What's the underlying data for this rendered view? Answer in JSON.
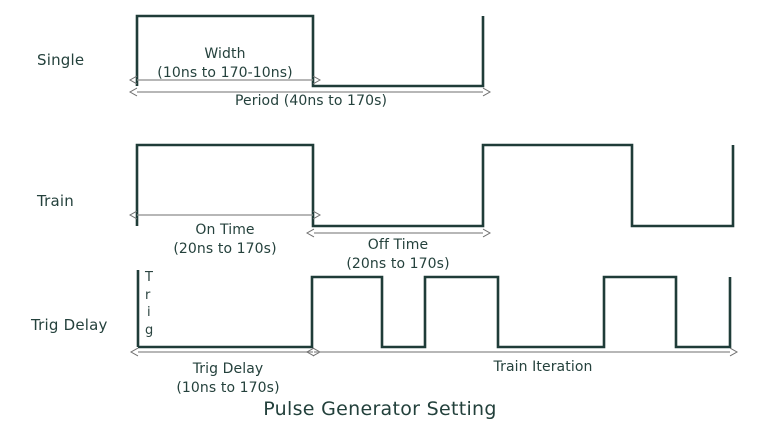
{
  "figure": {
    "caption": "Pulse Generator Setting",
    "line_color": "#1f3c38",
    "dim_line_color": "#8c8c8c",
    "text_color": "#24413c",
    "background": "#ffffff"
  },
  "rows": [
    {
      "key": "single",
      "label": "Single",
      "annotations": [
        {
          "name": "width",
          "line1": "Width",
          "line2": "(10ns to 170-10ns)"
        },
        {
          "name": "period",
          "line1": "Period (40ns to 170s)",
          "line2": ""
        }
      ]
    },
    {
      "key": "train",
      "label": "Train",
      "annotations": [
        {
          "name": "on-time",
          "line1": "On Time",
          "line2": "(20ns to 170s)"
        },
        {
          "name": "off-time",
          "line1": "Off Time",
          "line2": "(20ns to 170s)"
        }
      ]
    },
    {
      "key": "trig-delay",
      "label": "Trig Delay",
      "trig_marker": [
        "T",
        "r",
        "i",
        "g"
      ],
      "annotations": [
        {
          "name": "trig-delay",
          "line1": "Trig Delay",
          "line2": "(10ns to 170s)"
        },
        {
          "name": "train-iteration",
          "line1": "Train Iteration",
          "line2": ""
        }
      ]
    }
  ],
  "chart_data": {
    "type": "line",
    "title": "Pulse Generator Setting",
    "xlabel": "",
    "ylabel": "",
    "grid": false,
    "legend": "none",
    "xlim": [
      0,
      760
    ],
    "series": [
      {
        "name": "Single",
        "description": "One pulse: rises, stays high for Width, falls, stays low for rest of Period, then next period begins",
        "high_y": 16,
        "low_y": 86,
        "points": [
          [
            137,
            86
          ],
          [
            137,
            16
          ],
          [
            313,
            16
          ],
          [
            313,
            86
          ],
          [
            483,
            86
          ],
          [
            483,
            16
          ]
        ]
      },
      {
        "name": "Train",
        "description": "Repeating pulse train with On Time high and Off Time low",
        "high_y": 145,
        "low_y": 226,
        "points": [
          [
            137,
            226
          ],
          [
            137,
            145
          ],
          [
            313,
            145
          ],
          [
            313,
            226
          ],
          [
            483,
            226
          ],
          [
            483,
            145
          ],
          [
            632,
            145
          ],
          [
            632,
            226
          ],
          [
            733,
            226
          ],
          [
            733,
            145
          ]
        ]
      },
      {
        "name": "Trig Delay",
        "description": "Trigger edge, then Trig Delay low interval, then train iteration of three pulses",
        "high_y": 277,
        "low_y": 347,
        "points": [
          [
            138,
            347
          ],
          [
            312,
            347
          ],
          [
            312,
            277
          ],
          [
            382,
            277
          ],
          [
            382,
            347
          ],
          [
            425,
            347
          ],
          [
            425,
            277
          ],
          [
            498,
            277
          ],
          [
            498,
            347
          ],
          [
            604,
            347
          ],
          [
            604,
            277
          ],
          [
            676,
            277
          ],
          [
            676,
            347
          ],
          [
            730,
            347
          ],
          [
            730,
            277
          ]
        ]
      }
    ],
    "dimension_arrows": [
      {
        "name": "width",
        "row": "Single",
        "x1": 137,
        "x2": 313,
        "y": 80,
        "label": "Width (10ns to 170-10ns)"
      },
      {
        "name": "period",
        "row": "Single",
        "x1": 137,
        "x2": 483,
        "y": 92,
        "label": "Period (40ns to 170s)"
      },
      {
        "name": "on-time",
        "row": "Train",
        "x1": 137,
        "x2": 313,
        "y": 215,
        "label": "On Time (20ns to 170s)"
      },
      {
        "name": "off-time",
        "row": "Train",
        "x1": 313,
        "x2": 483,
        "y": 233,
        "label": "Off Time (20ns to 170s)"
      },
      {
        "name": "trig-delay",
        "row": "Trig Delay",
        "x1": 138,
        "x2": 313,
        "y": 351,
        "label": "Trig Delay (10ns to 170s)"
      },
      {
        "name": "train-iteration",
        "row": "Trig Delay",
        "x1": 313,
        "x2": 730,
        "y": 351,
        "label": "Train Iteration"
      }
    ]
  }
}
